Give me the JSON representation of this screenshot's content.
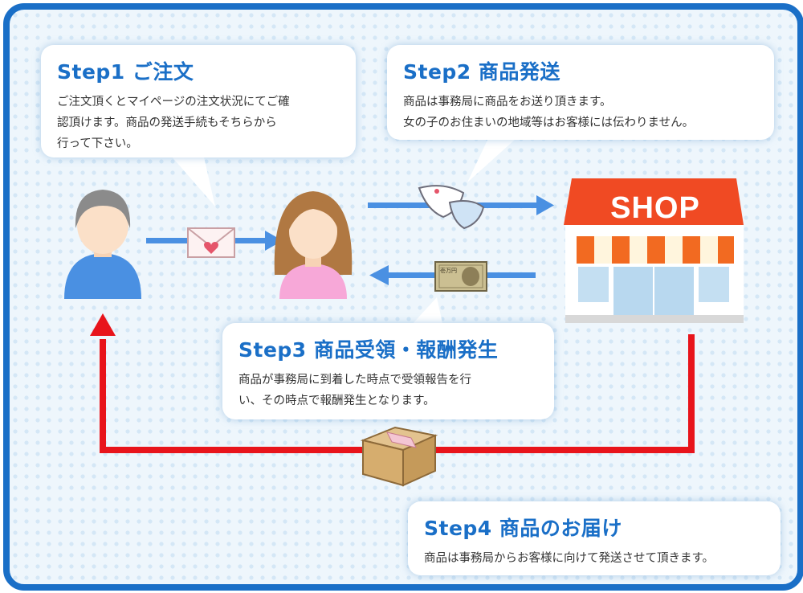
{
  "steps": [
    {
      "title": "Step1 ご注文",
      "lines": [
        "ご注文頂くとマイページの注文状況にてご確",
        "認頂けます。商品の発送手続もそちらから",
        "行って下さい。"
      ]
    },
    {
      "title": "Step2 商品発送",
      "lines": [
        "商品は事務局に商品をお送り頂きます。",
        "女の子のお住まいの地域等はお客様には伝わりません。"
      ]
    },
    {
      "title": "Step3 商品受領・報酬発生",
      "lines": [
        "商品が事務局に到着した時点で受領報告を行",
        "い、その時点で報酬発生となります。"
      ]
    },
    {
      "title": "Step4 商品のお届け",
      "lines": [
        "商品は事務局からお客様に向けて発送させて頂きます。"
      ]
    }
  ],
  "shop": {
    "sign": "SHOP"
  },
  "banknote": {
    "label": "壱万円"
  },
  "colors": {
    "frame": "#1a6fc7",
    "title": "#1a6fc7",
    "blue_arrow": "#4a90e2",
    "red_arrow": "#e8141b",
    "shop_red": "#f04a23",
    "awning_orange": "#f26a21",
    "man_shirt": "#4a90e2",
    "woman_shirt": "#f7a8d8"
  },
  "icons": [
    "man-icon",
    "woman-icon",
    "envelope-icon",
    "panties-icon",
    "banknote-icon",
    "shop-icon",
    "package-icon"
  ]
}
